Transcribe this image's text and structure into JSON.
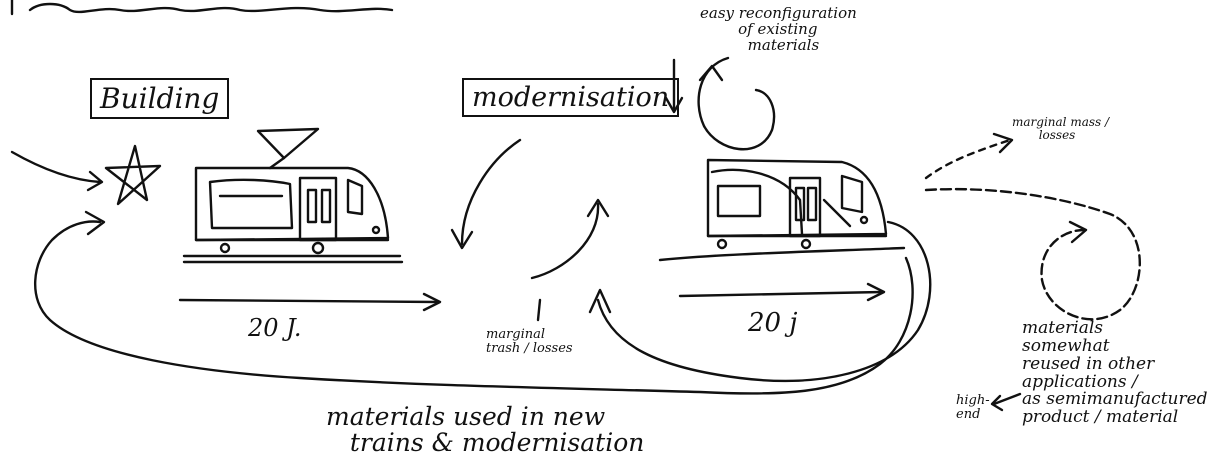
{
  "labels": {
    "partial_heading": "",
    "building": "Building",
    "modernisation": "modernisation",
    "reconfiguration": "easy reconfiguration\n        of existing\n          materials",
    "marginal_mass": "marginal mass /\n       losses",
    "marginal_trash": "marginal\ntrash / losses",
    "years_1": "20 J.",
    "years_2": "20 j",
    "materials_reused": "materials\nsomewhat\nreused in other\napplications /\nas semimanufactured\nproduct / material",
    "high_end": "high-\nend",
    "materials_used": "materials used in new\n   trains & modernisation"
  },
  "icons": [
    "star-icon",
    "triangle-icon",
    "tram-icon",
    "tram-icon-modernised"
  ]
}
